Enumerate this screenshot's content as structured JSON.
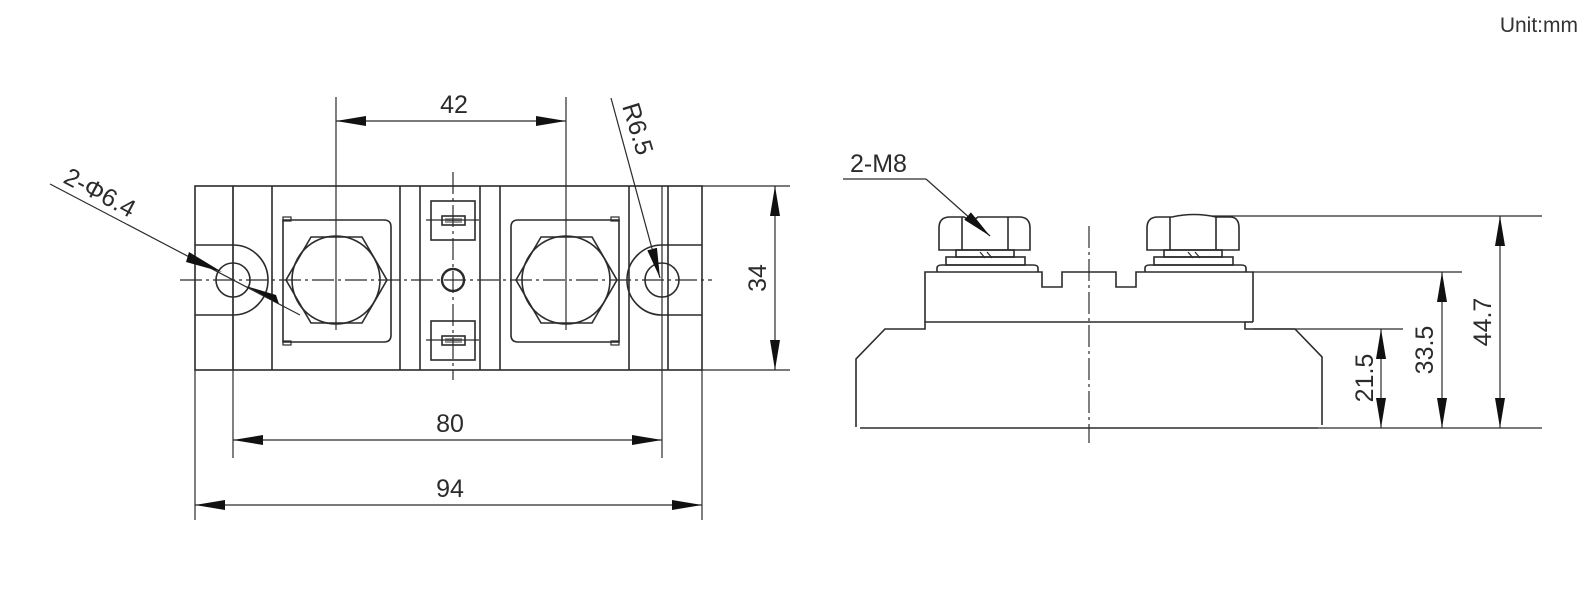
{
  "unit_label": "Unit:mm",
  "top_view": {
    "dimensions": {
      "terminal_spacing": "42",
      "mount_hole_spacing": "80",
      "overall_length": "94",
      "width": "34",
      "mount_hole_note": "2-Φ6.4",
      "corner_radius": "R6.5"
    }
  },
  "side_view": {
    "dimensions": {
      "screw_note": "2-M8",
      "base_height": "21.5",
      "body_height": "33.5",
      "overall_height": "44.7"
    }
  },
  "colors": {
    "line": "#2b2b2b",
    "background": "#ffffff"
  }
}
